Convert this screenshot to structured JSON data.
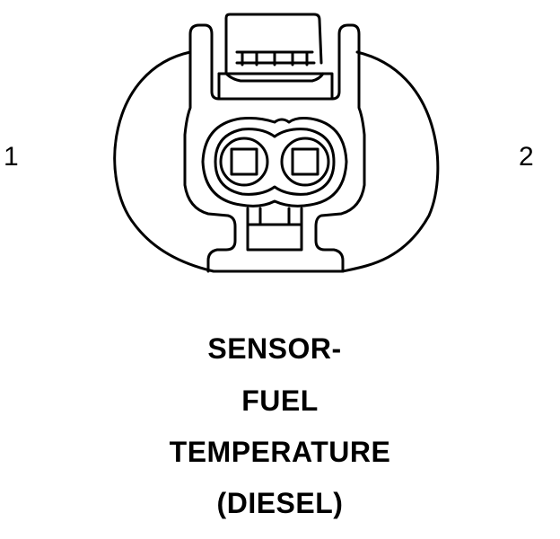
{
  "pins": {
    "left": "1",
    "right": "2"
  },
  "caption": {
    "line1": "SENSOR-",
    "line2": "FUEL",
    "line3": "TEMPERATURE",
    "line4": "(DIESEL)"
  },
  "colors": {
    "stroke": "#000000",
    "background": "#ffffff"
  }
}
